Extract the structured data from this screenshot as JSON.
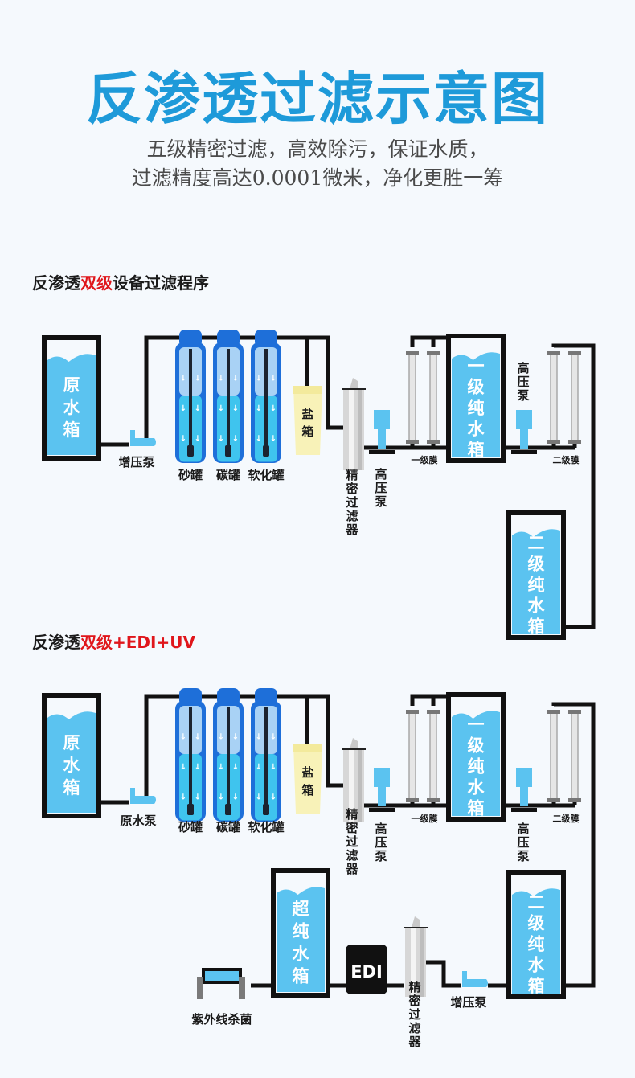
{
  "header": {
    "title": "反渗透过滤示意图",
    "subtitle_line1": "五级精密过滤，高效除污，保证水质，",
    "subtitle_line2": "过滤精度高达0.0001微米，净化更胜一筹"
  },
  "colors": {
    "accent": "#1e9ad9",
    "water": "#5bc3f0",
    "highlight_red": "#e0161b",
    "pipe": "#111111",
    "salt_box": "#f8f2b8",
    "vessel_blue": "#1e6fd9"
  },
  "section1": {
    "title_prefix": "反渗透",
    "title_highlight": "双级",
    "title_suffix": "设备过滤程序",
    "raw_tank": [
      "原",
      "水",
      "箱"
    ],
    "pump_label": "增压泵",
    "vessels": [
      "砂罐",
      "碳罐",
      "软化罐"
    ],
    "salt_box": [
      "盐",
      "箱"
    ],
    "precision_filter": [
      "精",
      "密",
      "过",
      "滤",
      "器"
    ],
    "hp_pump1": [
      "高",
      "压",
      "泵"
    ],
    "membrane1": "一级膜",
    "primary_tank": [
      "一",
      "级",
      "纯",
      "水",
      "箱"
    ],
    "hp_pump2": [
      "高",
      "压",
      "泵"
    ],
    "membrane2": "二级膜",
    "secondary_tank": [
      "二",
      "级",
      "纯",
      "水",
      "箱"
    ]
  },
  "section2": {
    "title_prefix": "反渗透",
    "title_highlight": "双级+EDI+UV",
    "raw_tank": [
      "原",
      "水",
      "箱"
    ],
    "pump_label": "原水泵",
    "vessels": [
      "砂罐",
      "碳罐",
      "软化罐"
    ],
    "salt_box": [
      "盐",
      "箱"
    ],
    "precision_filter": [
      "精",
      "密",
      "过",
      "滤",
      "器"
    ],
    "hp_pump1": [
      "高",
      "压",
      "泵"
    ],
    "membrane1": "一级膜",
    "primary_tank": [
      "一",
      "级",
      "纯",
      "水",
      "箱"
    ],
    "hp_pump2": [
      "高",
      "压",
      "泵"
    ],
    "membrane2": "二级膜",
    "secondary_tank": [
      "二",
      "级",
      "纯",
      "水",
      "箱"
    ],
    "booster_pump": "增压泵",
    "precision_filter2": [
      "精",
      "密",
      "过",
      "滤",
      "器"
    ],
    "edi": "EDI",
    "ultrapure_tank": [
      "超",
      "纯",
      "水",
      "箱"
    ],
    "uv": "紫外线杀菌"
  }
}
